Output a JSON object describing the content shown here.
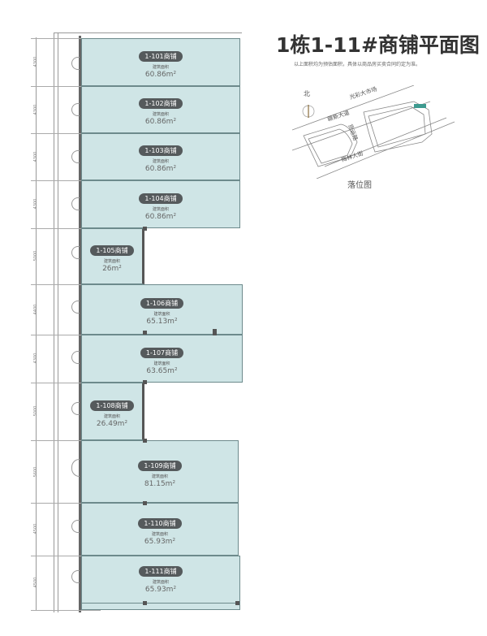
{
  "title": "1栋1-11#商铺平面图",
  "note": "以上面积均为预估面积，具体以商品房买卖合同约定为准。",
  "location_map": {
    "caption": "落位图",
    "north_label": "北",
    "streets": [
      "光彩大市场",
      "赣新大道",
      "货运路",
      "梅林大街"
    ],
    "highlight_color": "#3d9a8f"
  },
  "area_label": "建筑面积",
  "shops": [
    {
      "name": "1-101商铺",
      "area": "60.86m²"
    },
    {
      "name": "1-102商铺",
      "area": "60.86m²"
    },
    {
      "name": "1-103商铺",
      "area": "60.86m²"
    },
    {
      "name": "1-104商铺",
      "area": "60.86m²"
    },
    {
      "name": "1-105商铺",
      "area": "26m²"
    },
    {
      "name": "1-106商铺",
      "area": "65.13m²"
    },
    {
      "name": "1-107商铺",
      "area": "63.65m²"
    },
    {
      "name": "1-108商铺",
      "area": "26.49m²"
    },
    {
      "name": "1-109商铺",
      "area": "81.15m²"
    },
    {
      "name": "1-110商铺",
      "area": "65.93m²"
    },
    {
      "name": "1-111商铺",
      "area": "65.93m²"
    }
  ],
  "dimensions": [
    "4300",
    "4300",
    "4300",
    "4300",
    "5000",
    "4400",
    "4300",
    "5000",
    "5600",
    "4500",
    "4500"
  ],
  "colors": {
    "room_fill": "#cfe5e6",
    "wall": "#6d8a8c",
    "pill": "#555a5c"
  }
}
